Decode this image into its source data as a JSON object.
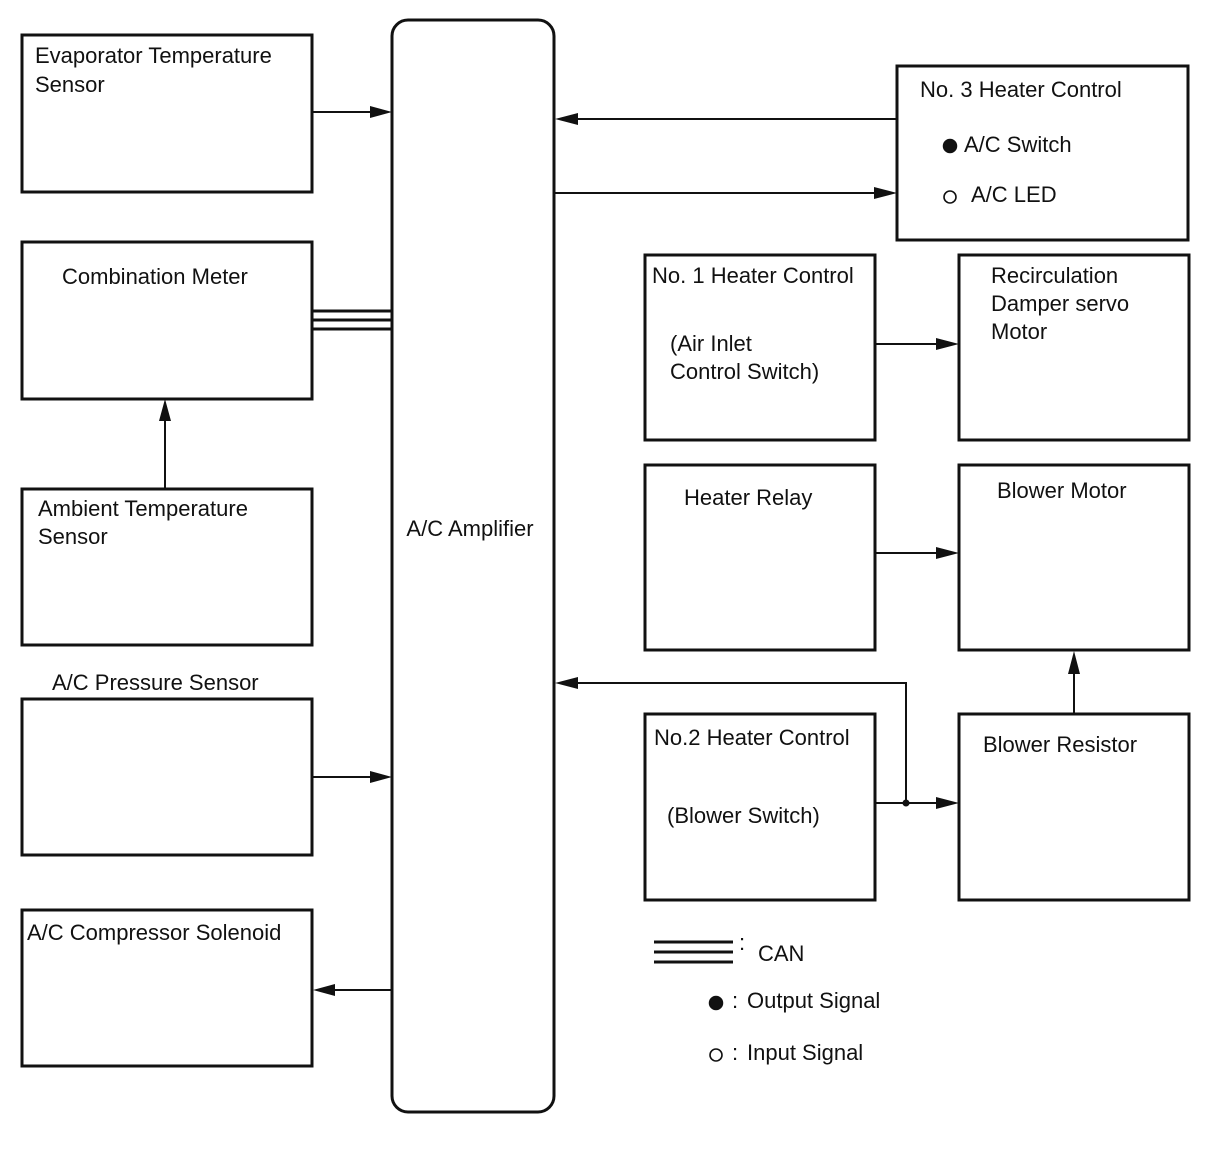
{
  "amplifier": {
    "label": "A/C Amplifier"
  },
  "left": {
    "evaporator": {
      "line1": "Evaporator Temperature",
      "line2": "Sensor"
    },
    "combination_meter": {
      "label": "Combination Meter"
    },
    "ambient": {
      "line1": "Ambient Temperature",
      "line2": "Sensor"
    },
    "pressure_sensor": {
      "label": "A/C Pressure Sensor"
    },
    "compressor_solenoid": {
      "label": "A/C Compressor Solenoid"
    }
  },
  "right": {
    "heater_control_3": {
      "title": "No. 3 Heater Control",
      "item1": "A/C Switch",
      "item2": "A/C LED"
    },
    "heater_control_1": {
      "title": "No. 1 Heater Control",
      "sub1": "(Air Inlet",
      "sub2": "Control Switch)"
    },
    "recirculation": {
      "line1": "Recirculation",
      "line2": "Damper servo",
      "line3": "Motor"
    },
    "heater_relay": {
      "label": "Heater Relay"
    },
    "blower_motor": {
      "label": "Blower Motor"
    },
    "heater_control_2": {
      "title": "No.2 Heater Control",
      "sub": "(Blower Switch)"
    },
    "blower_resistor": {
      "label": "Blower Resistor"
    }
  },
  "legend": {
    "can": "CAN",
    "output": "Output Signal",
    "input": "Input Signal",
    "separator": ":"
  }
}
